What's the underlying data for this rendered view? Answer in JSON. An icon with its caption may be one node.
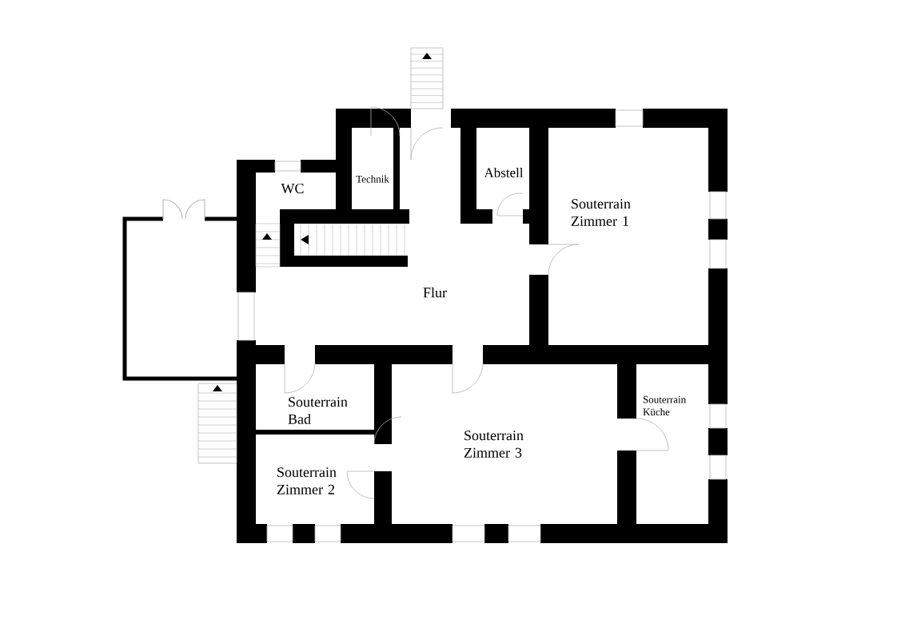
{
  "diagram": {
    "nodes": [
      {
        "text": [
          "WC"
        ]
      },
      {
        "text": [
          "Technik"
        ]
      },
      {
        "text": [
          "Abstell"
        ]
      },
      {
        "text": [
          "Souterrain Zimmer 1"
        ]
      },
      {
        "text": [
          "Flur"
        ]
      },
      {
        "text": [
          "Souterrain Bad"
        ]
      },
      {
        "text": [
          "Souterrain Zimmer 2"
        ]
      },
      {
        "text": [
          "Souterrain Zimmer 3"
        ]
      },
      {
        "text": [
          "Souterrain Küche"
        ]
      }
    ]
  }
}
